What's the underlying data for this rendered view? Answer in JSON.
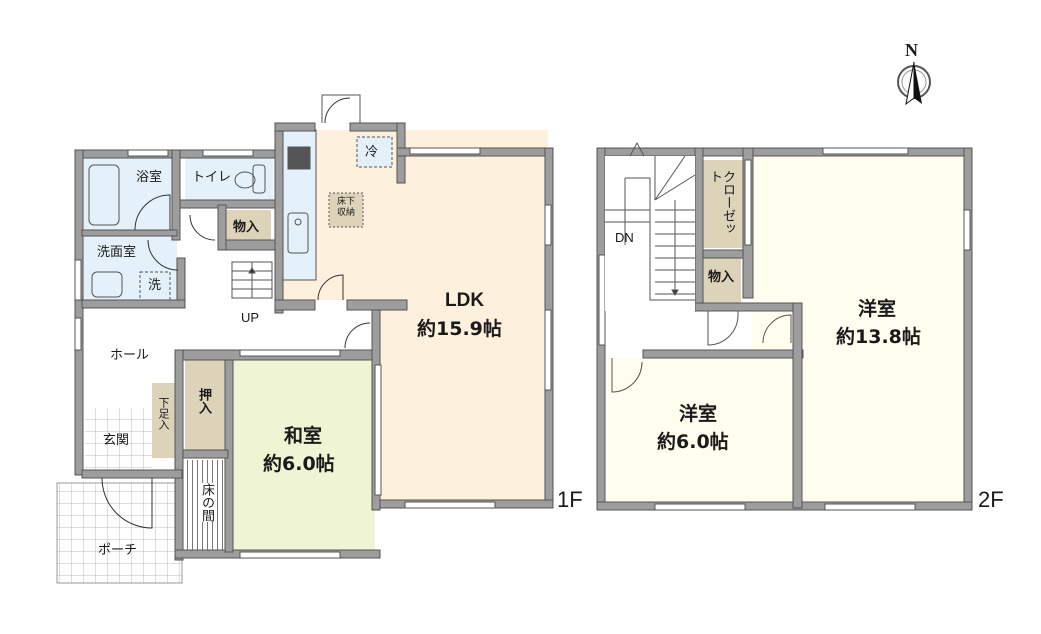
{
  "colors": {
    "wall": "#9d9d9d",
    "wall_edge": "#555555",
    "ldk_fill": "#fdf0dd",
    "wet_fill": "#e4f1fb",
    "storage_fill": "#dcd3b8",
    "washitsu_fill": "#eef4d4",
    "yoshitsu_fill": "#fefdee",
    "tile_line": "#bcbcbc"
  },
  "compass": {
    "label": "N"
  },
  "floor_1": {
    "label": "1F",
    "rooms": {
      "bath": "浴室",
      "toilet": "トイレ",
      "storage": "物入",
      "washroom": "洗面室",
      "washer": "洗",
      "stairs_up": "UP",
      "hall": "ホール",
      "shoe_closet": "下足入",
      "entrance": "玄関",
      "porch": "ポーチ",
      "oshiire": "押入",
      "tokonoma": "床の間",
      "washitsu_name": "和室",
      "washitsu_size": "約6.0帖",
      "ldk_name": "LDK",
      "ldk_size": "約15.9帖",
      "underfloor_storage": "床下収納",
      "fridge": "冷"
    }
  },
  "floor_2": {
    "label": "2F",
    "rooms": {
      "stairs_down": "DN",
      "closet": "クローゼット",
      "storage": "物入",
      "room_large_name": "洋室",
      "room_large_size": "約13.8帖",
      "room_small_name": "洋室",
      "room_small_size": "約6.0帖"
    }
  }
}
